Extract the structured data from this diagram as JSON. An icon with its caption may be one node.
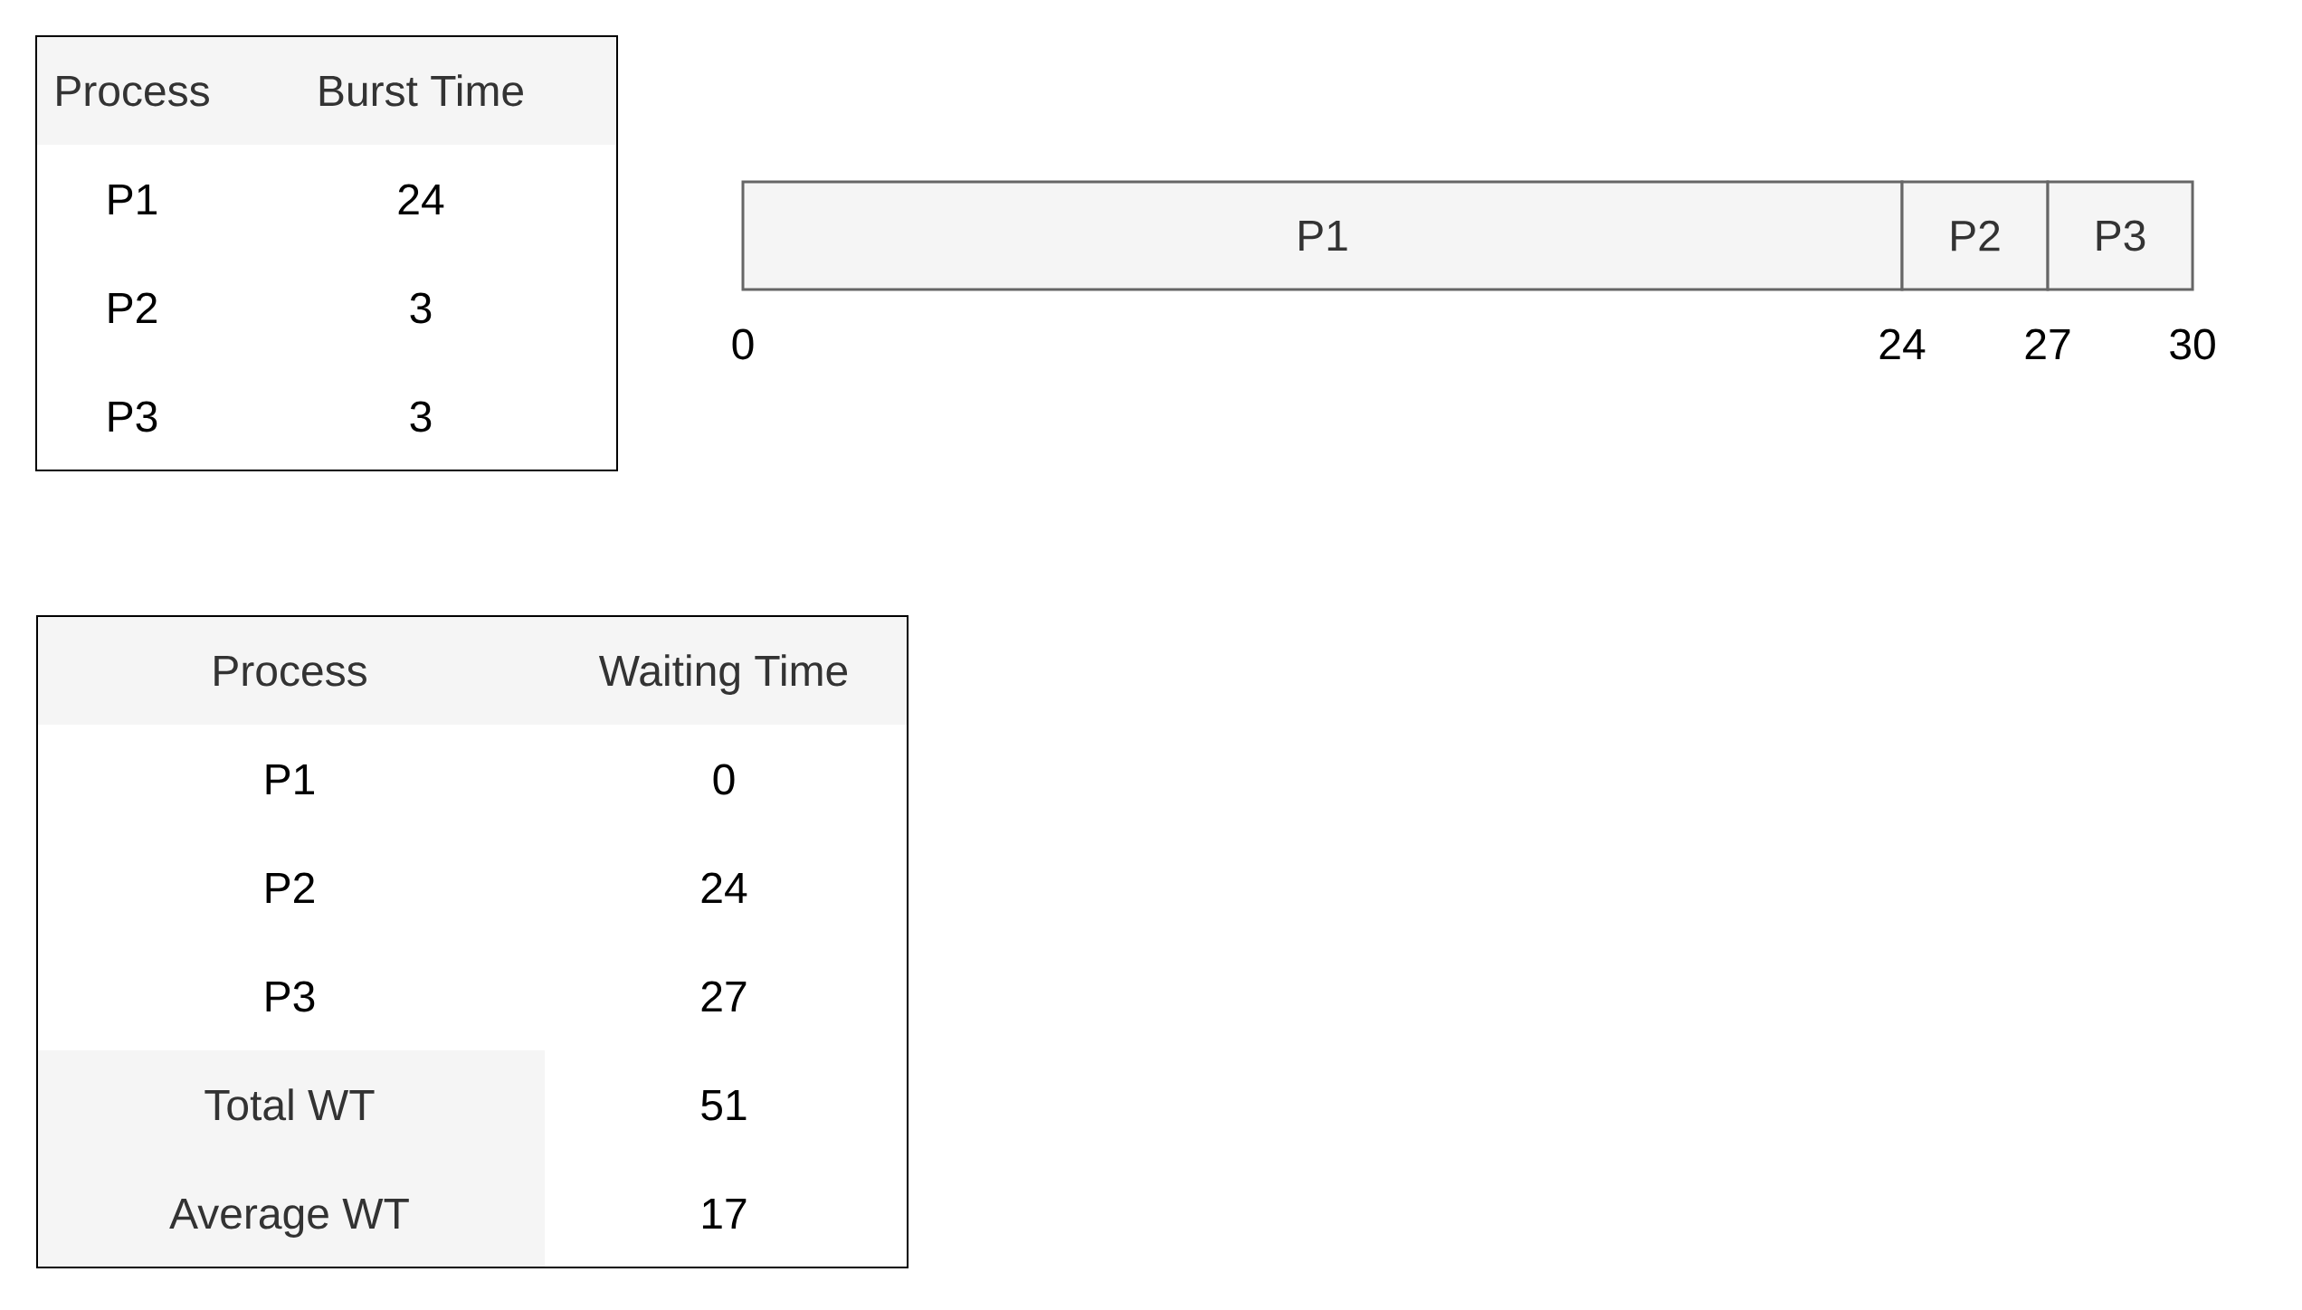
{
  "diagram": {
    "nodes": [
      {
        "text": [
          "P1"
        ]
      },
      {
        "text": [
          "P2"
        ]
      },
      {
        "text": [
          "P3"
        ]
      }
    ],
    "labels": [
      "Process",
      "Burst Time",
      "P1",
      "24",
      "P2",
      "3",
      "P3",
      "3",
      "0",
      "24",
      "27",
      "30",
      "Process",
      "Waiting Time",
      "P1",
      "0",
      "P2",
      "24",
      "P3",
      "27",
      "Total WT",
      "51",
      "Average WT",
      "17"
    ]
  }
}
